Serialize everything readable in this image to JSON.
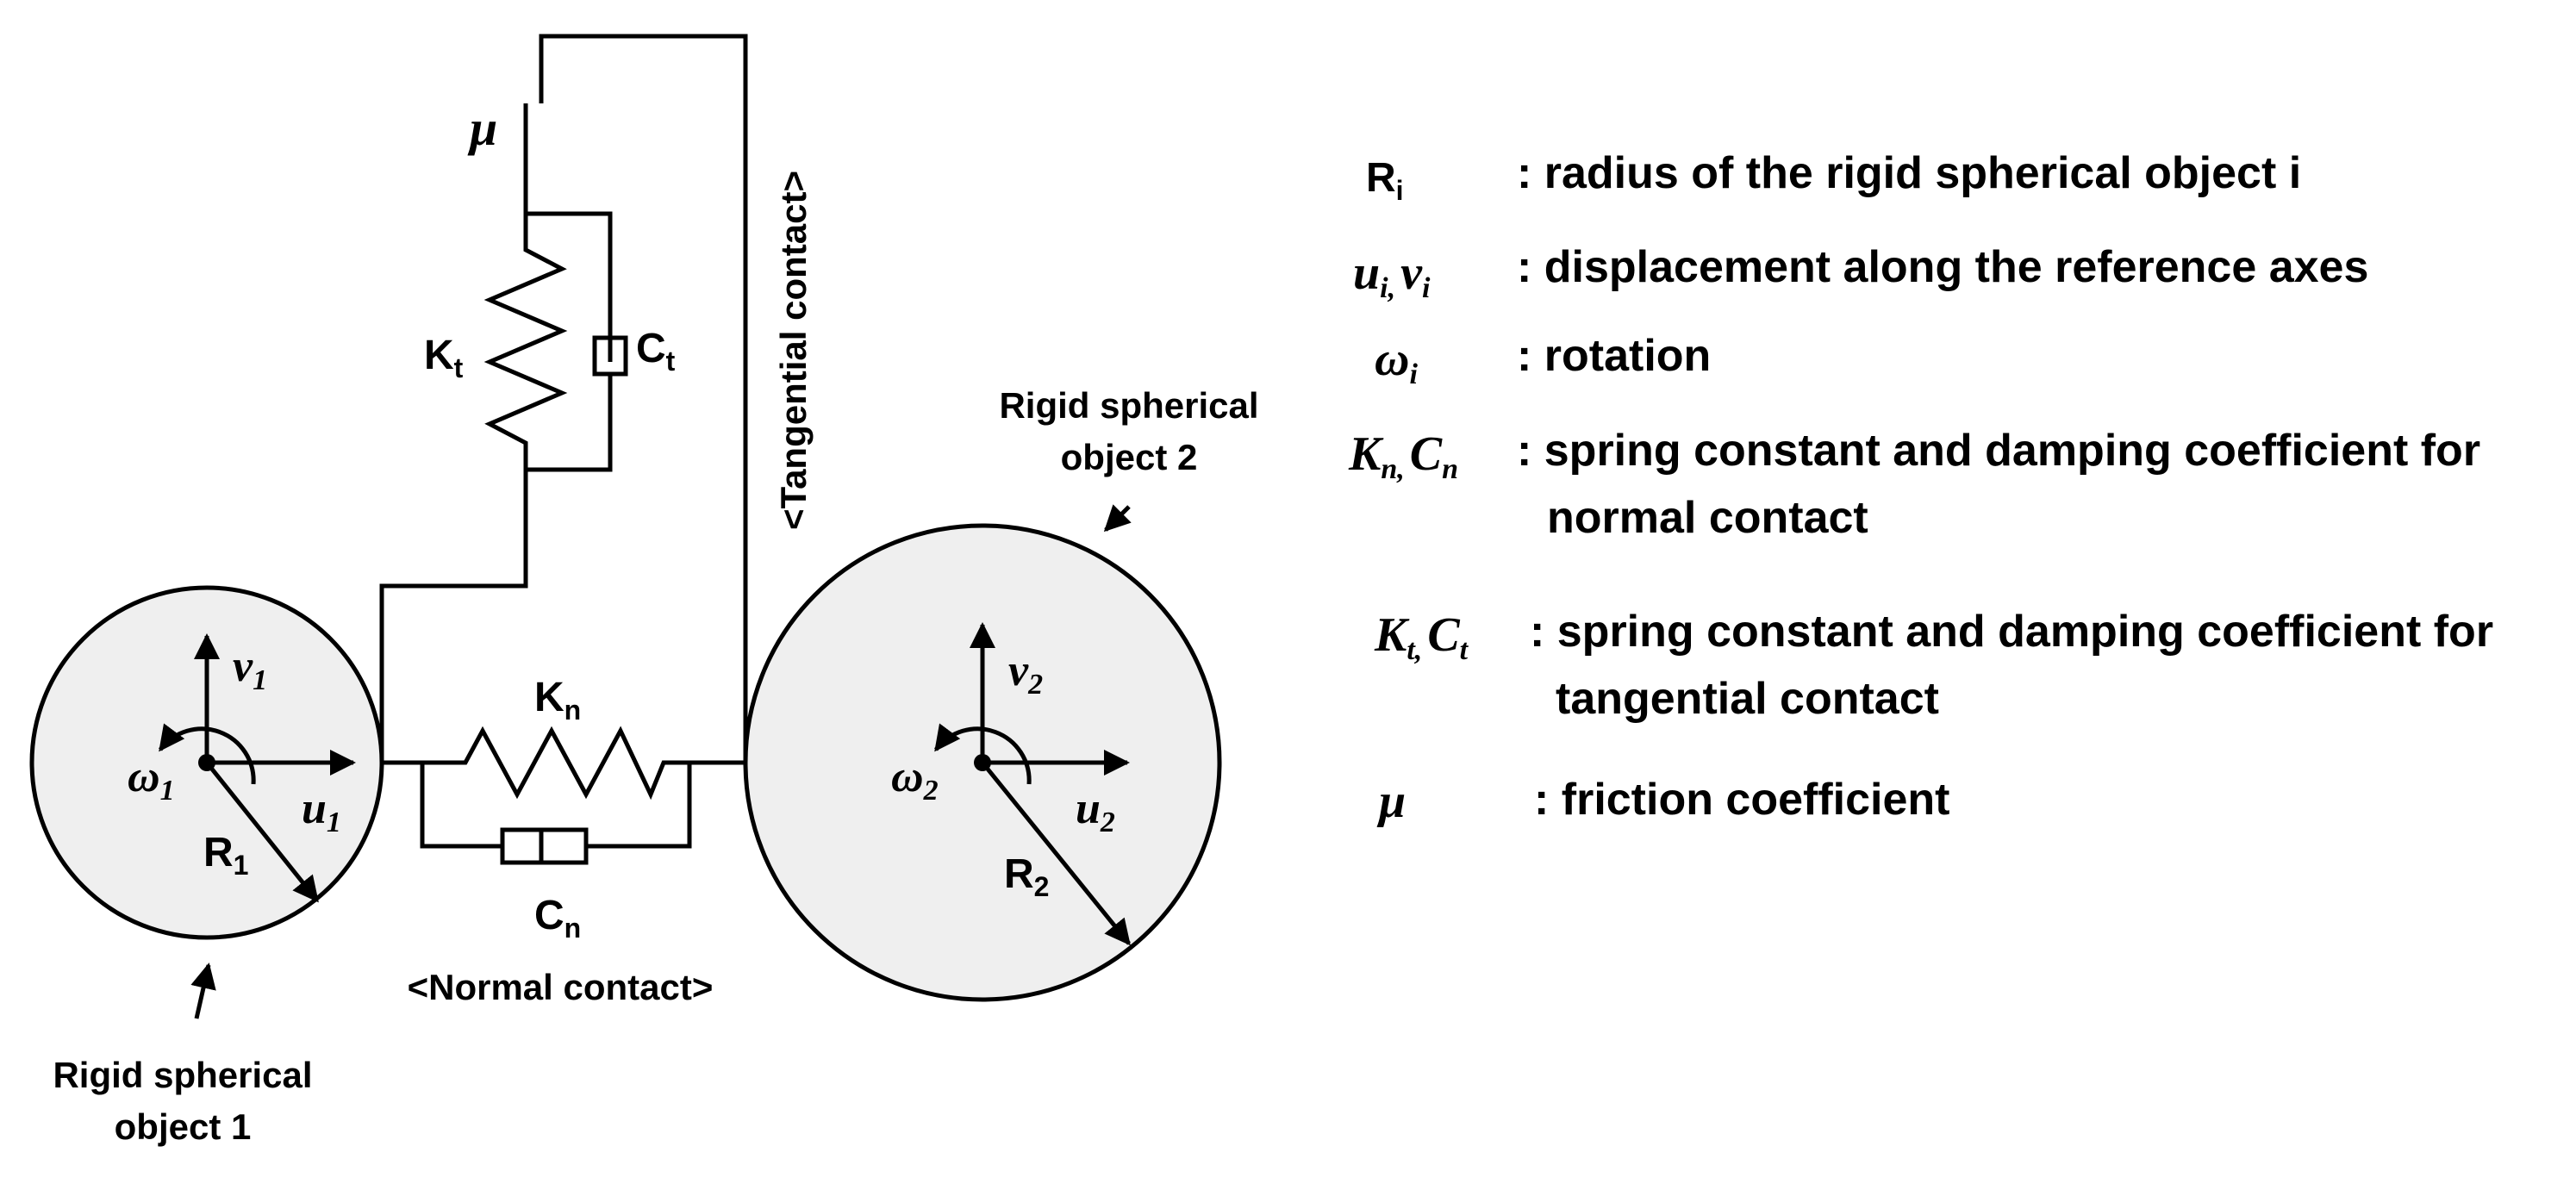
{
  "colors": {
    "line": "#000000",
    "body_fill": "#efefef",
    "background": "#ffffff"
  },
  "labels": {
    "object1": {
      "line1": "Rigid spherical",
      "line2": "object 1"
    },
    "object2": {
      "line1": "Rigid spherical",
      "line2": "object 2"
    },
    "tangential_contact": "<Tangential contact>",
    "normal_contact": "<Normal contact>"
  },
  "symbols": {
    "mu": "μ",
    "K": "K",
    "C": "C",
    "R": "R",
    "u": "u",
    "v": "ν",
    "omega": "ω",
    "sub_t": "t",
    "sub_n": "n",
    "sub_1": "1",
    "sub_2": "2"
  },
  "legend": [
    {
      "symbol": {
        "base": "R",
        "sub": "i"
      },
      "text": ": radius of the rigid spherical object i"
    },
    {
      "symbol": {
        "a": "u",
        "a_sub": "i,",
        "b": "ν",
        "b_sub": "i"
      },
      "text": ": displacement along the reference axes"
    },
    {
      "symbol": {
        "base": "ω",
        "sub": "i"
      },
      "text": ": rotation"
    },
    {
      "symbol": {
        "a": "K",
        "a_sub": "n,",
        "b": "C",
        "b_sub": "n"
      },
      "text": ": spring constant and damping coefficient for",
      "text2": "normal contact"
    },
    {
      "symbol": {
        "a": "K",
        "a_sub": "t,",
        "b": "C",
        "b_sub": "t"
      },
      "text": ": spring constant and damping coefficient for",
      "text2": "tangential contact"
    },
    {
      "symbol": {
        "base": "μ"
      },
      "text": ": friction coefficient"
    }
  ]
}
